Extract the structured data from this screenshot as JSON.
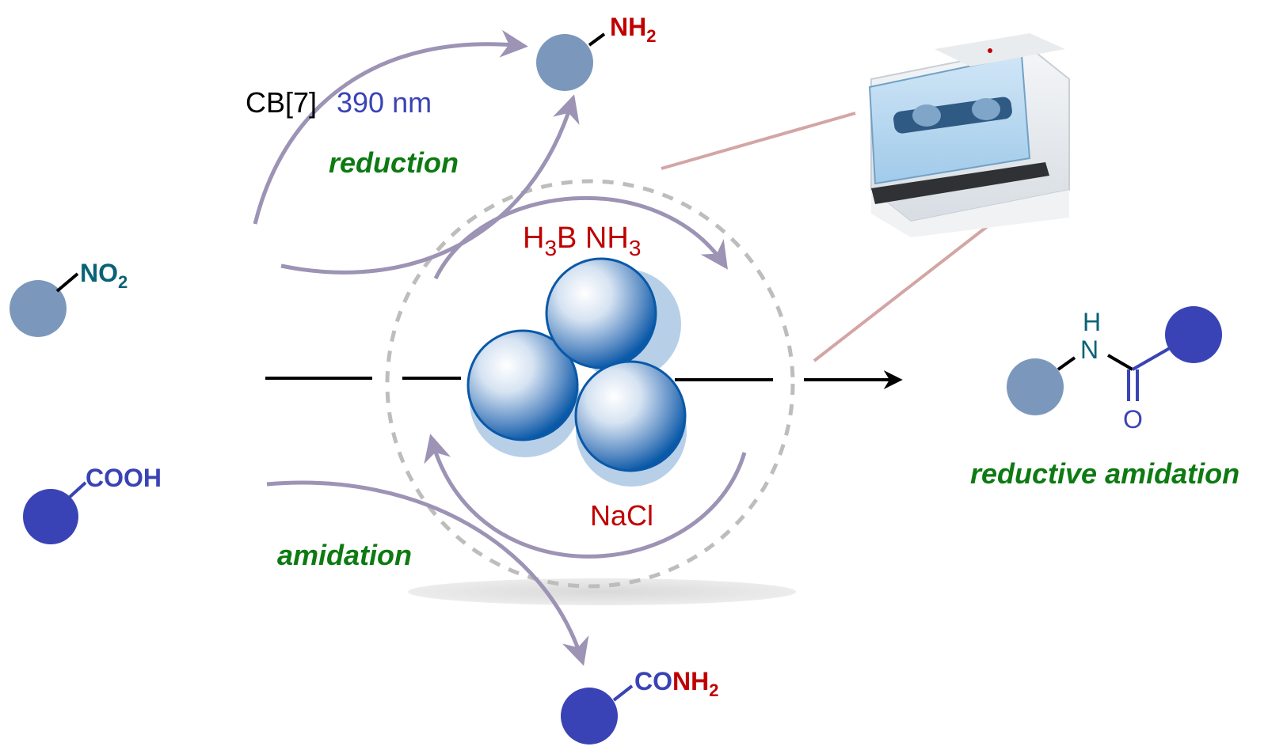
{
  "colors": {
    "arrow_purple": "#9c93b5",
    "dashed_gray": "#bdbdbd",
    "green_label": "#0d7a12",
    "red_label": "#c00000",
    "teal_label": "#0a6277",
    "blue_label": "#3a43b5",
    "light_ball": "#7b98bc",
    "dark_ball": "#3a43b5",
    "sphere_blue": "#0a59a8",
    "pink_line": "#d4a5a5"
  },
  "reactants": {
    "nitro": {
      "group": "NO",
      "sub": "2"
    },
    "acid": {
      "group": "COOH"
    }
  },
  "intermediates": {
    "amine": {
      "group": "NH",
      "sub": "2"
    },
    "amide": {
      "group_a": "CO",
      "group_b": "NH",
      "sub": "2"
    }
  },
  "labels": {
    "catalyst": "CB[7]",
    "frequency": "390 nm",
    "reduction": "reduction",
    "amidation": "amidation",
    "reductant_a": "H",
    "reductant_a_sub": "3",
    "reductant_b": "B NH",
    "reductant_b_sub": "3",
    "salt": "NaCl"
  },
  "product": {
    "h": "H",
    "n": "N",
    "o": "O",
    "label": "reductive amidation"
  },
  "equipment": {
    "name": "ball-mill-device"
  }
}
